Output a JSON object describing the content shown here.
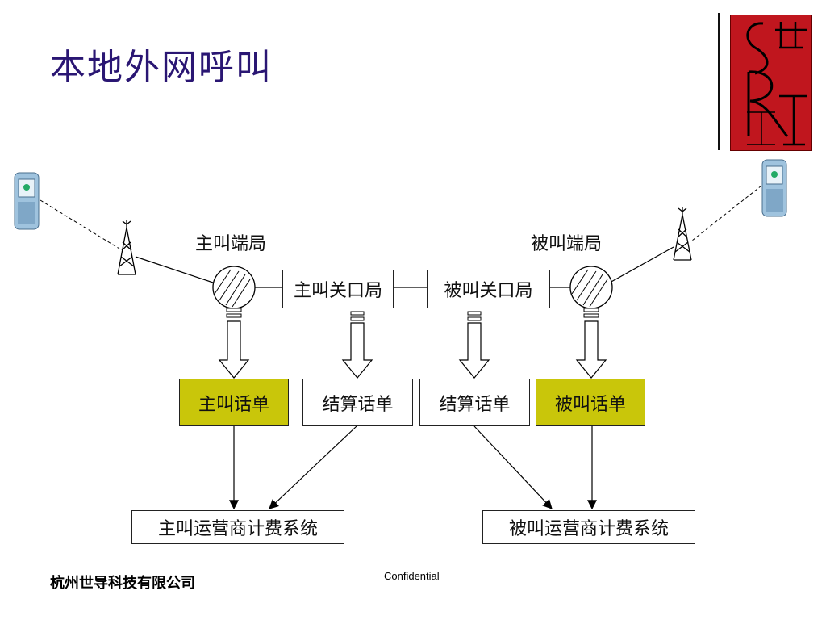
{
  "title": "本地外网呼叫",
  "labels": {
    "caller_office": "主叫端局",
    "callee_office": "被叫端局"
  },
  "boxes": {
    "caller_gateway": "主叫关口局",
    "callee_gateway": "被叫关口局",
    "caller_cdr": "主叫话单",
    "settle_cdr_1": "结算话单",
    "settle_cdr_2": "结算话单",
    "callee_cdr": "被叫话单",
    "caller_billing": "主叫运营商计费系统",
    "callee_billing": "被叫运营商计费系统"
  },
  "footer": {
    "company": "杭州世导科技有限公司",
    "confidential": "Confidential"
  },
  "colors": {
    "title": "#2a1673",
    "cdr_highlight": "#c9c60a",
    "logo_bg": "#c0161e"
  }
}
